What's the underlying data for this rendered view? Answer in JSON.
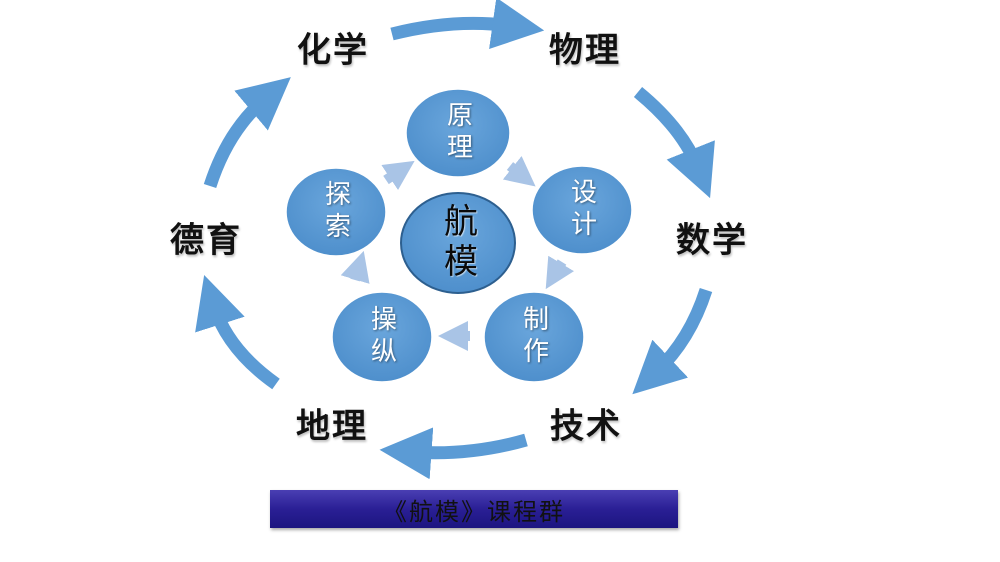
{
  "outer_nodes": [
    "化学",
    "物理",
    "数学",
    "技术",
    "地理",
    "德育"
  ],
  "inner_nodes": [
    "原理",
    "设计",
    "制作",
    "操纵",
    "探索"
  ],
  "center": "航模",
  "banner": "《航模》课程群",
  "colors": {
    "circle": "#5b9bd5",
    "outer_arrow": "#5b9bd5",
    "inner_arrow": "#a9c4e6",
    "banner": "#2a1f95"
  }
}
